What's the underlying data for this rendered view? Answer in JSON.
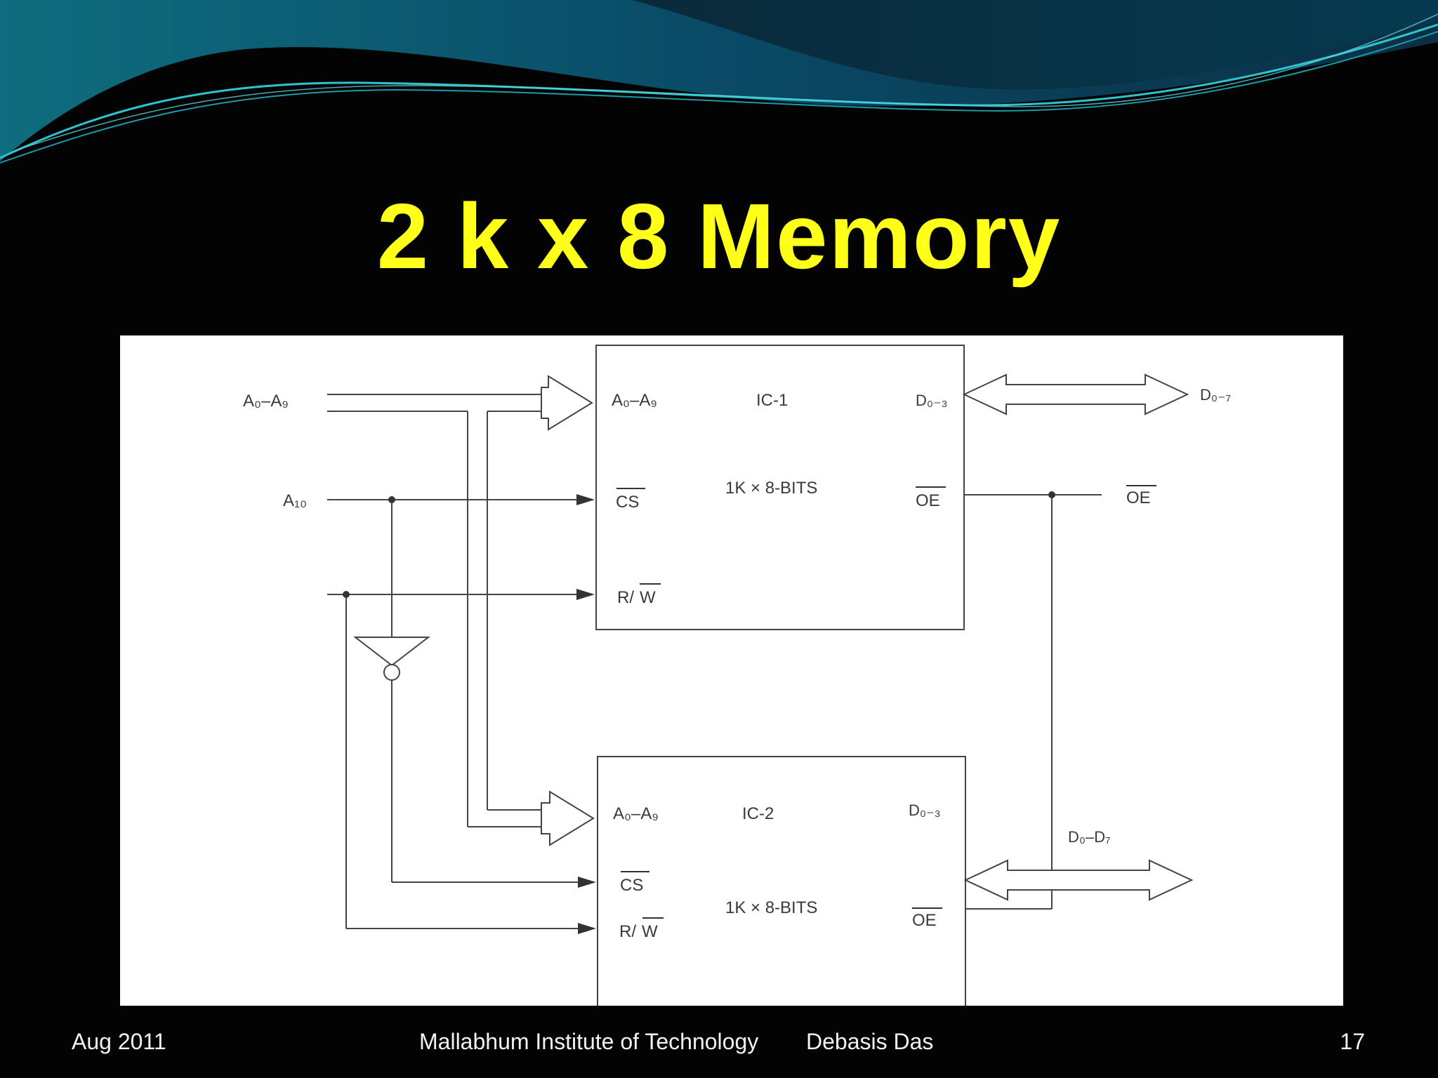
{
  "slide": {
    "title": "2 k x 8 Memory"
  },
  "diagram": {
    "inputs": {
      "addr_bus": "A₀–A₉",
      "a10": "A₁₀"
    },
    "ic1": {
      "name": "IC-1",
      "size": "1K × 8-BITS",
      "pin_addr": "A₀–A₉",
      "pin_cs": "CS",
      "pin_rw_r": "R/",
      "pin_rw_w": "W",
      "pin_data": "D₀₋₃",
      "pin_oe": "OE"
    },
    "ic2": {
      "name": "IC-2",
      "size": "1K × 8-BITS",
      "pin_addr": "A₀–A₉",
      "pin_cs": "CS",
      "pin_rw_r": "R/",
      "pin_rw_w": "W",
      "pin_data": "D₀₋₃",
      "pin_oe": "OE"
    },
    "outputs": {
      "data_bus_top": "D₀₋₇",
      "oe": "OE",
      "data_bus_bottom": "D₀–D₇"
    }
  },
  "footer": {
    "date": "Aug 2011",
    "institute": "Mallabhum Institute of Technology",
    "author": "Debasis Das",
    "page": "17"
  },
  "colors": {
    "background": "#030303",
    "title": "#ffff1a",
    "wave_dark": "#0b3a52",
    "wave_teal": "#1a8f9a"
  }
}
